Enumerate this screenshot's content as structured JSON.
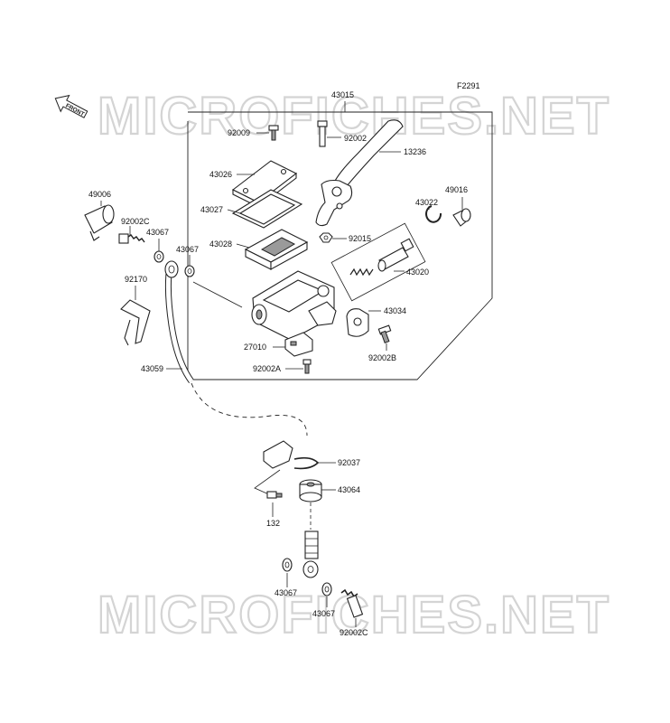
{
  "figure_code": "F2291",
  "watermark": "MICROFICHES.NET",
  "front_arrow_label": "FRONT",
  "labels": {
    "p43015": "43015",
    "p92009": "92009",
    "p92002": "92002",
    "p13236": "13236",
    "p43026": "43026",
    "p43027": "43027",
    "p43028": "43028",
    "p43022": "43022",
    "p49016": "49016",
    "p92015": "92015",
    "p43020": "43020",
    "p43034": "43034",
    "p92002b": "92002B",
    "p27010": "27010",
    "p92002a": "92002A",
    "p49006": "49006",
    "p92002c_top": "92002C",
    "p43067_a": "43067",
    "p43067_b": "43067",
    "p92170": "92170",
    "p43059": "43059",
    "p92037": "92037",
    "p43064": "43064",
    "p132": "132",
    "p43067_c": "43067",
    "p43067_d": "43067",
    "p92002c_bottom": "92002C"
  }
}
